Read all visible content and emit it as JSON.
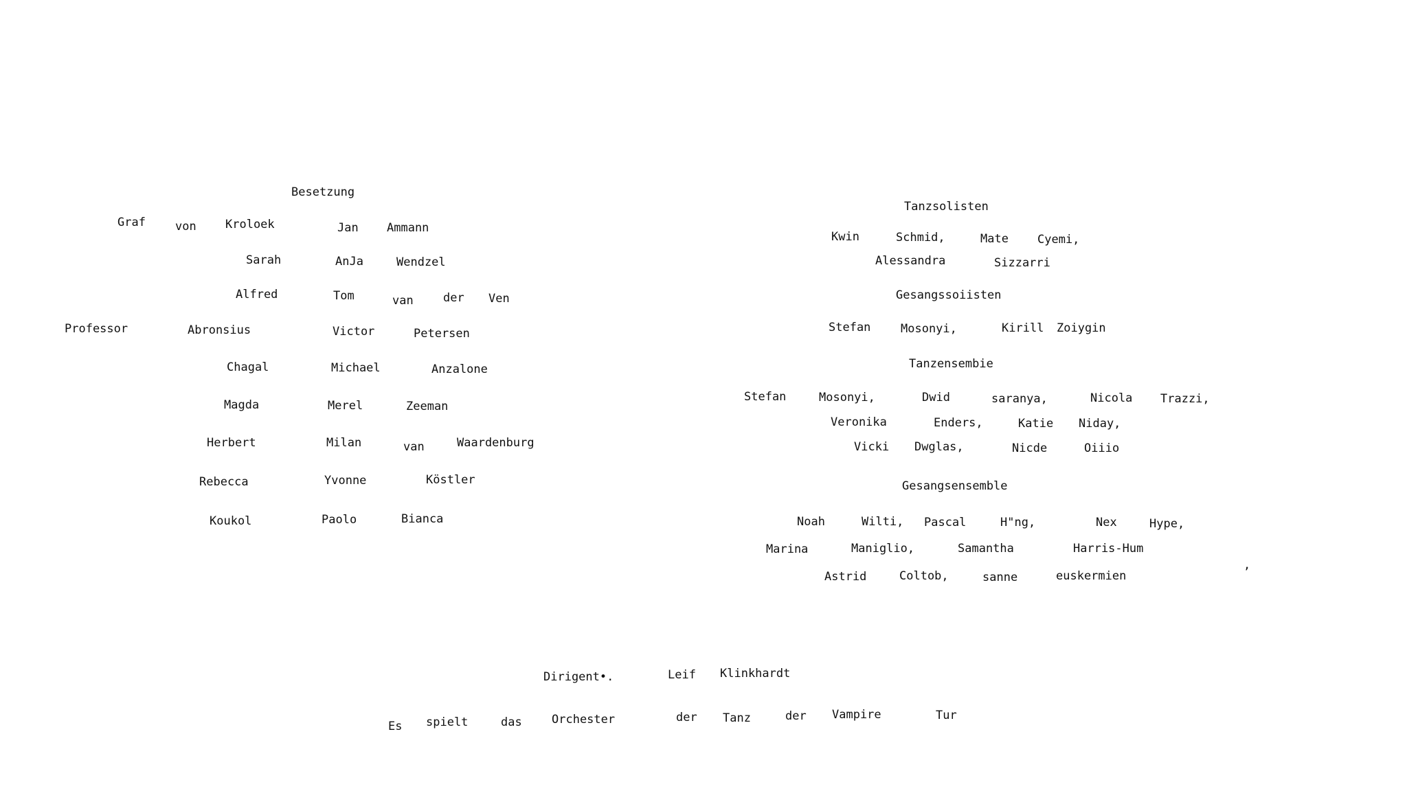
{
  "left": {
    "heading": "Besetzung",
    "lines": [
      [
        "Graf",
        "von",
        "Kroloek",
        "Jan",
        "Ammann"
      ],
      [
        "Sarah",
        "AnJa",
        "Wendzel"
      ],
      [
        "Alfred",
        "Tom",
        "van",
        "der",
        "Ven"
      ],
      [
        "Professor",
        "Abronsius",
        "Victor",
        "Petersen"
      ],
      [
        "Chagal",
        "Michael",
        "Anzalone"
      ],
      [
        "Magda",
        "Merel",
        "Zeeman"
      ],
      [
        "Herbert",
        "Milan",
        "van",
        "Waardenburg"
      ],
      [
        "Rebecca",
        "Yvonne",
        "Köstler"
      ],
      [
        "Koukol",
        "Paolo",
        "Bianca"
      ]
    ]
  },
  "right": {
    "sections": [
      {
        "heading": "Tanzsolisten",
        "lines": [
          [
            "Kwin",
            "Schmid,",
            "Mate",
            "Cyemi,"
          ],
          [
            "Alessandra",
            "Sizzarri"
          ]
        ]
      },
      {
        "heading": "Gesangssoiisten",
        "lines": [
          [
            "Stefan",
            "Mosonyi,",
            "Kirill",
            "Zoiygin"
          ]
        ]
      },
      {
        "heading": "Tanzensembie",
        "lines": [
          [
            "Stefan",
            "Mosonyi,",
            "Dwid",
            "saranya,",
            "Nicola",
            "Trazzi,"
          ],
          [
            "Veronika",
            "Enders,",
            "Katie",
            "Niday,"
          ],
          [
            "Vicki",
            "Dwglas,",
            "Nicde",
            "Oiiio"
          ]
        ]
      },
      {
        "heading": "Gesangsensemble",
        "lines": [
          [
            "Noah",
            "Wilti,",
            "Pascal",
            "H\"ng,",
            "Nex",
            "Hype,"
          ],
          [
            "Marina",
            "Maniglio,",
            "Samantha",
            "Harris-Hum"
          ],
          [
            "Astrid",
            "Coltob,",
            "sanne",
            "euskermien"
          ]
        ]
      }
    ],
    "stray_mark": ","
  },
  "footer": {
    "lines": [
      [
        "Dirigent•.",
        "Leif",
        "Klinkhardt"
      ],
      [
        "Es",
        "spielt",
        "das",
        "Orchester",
        "der",
        "Tanz",
        "der",
        "Vampire",
        "Tur"
      ]
    ]
  }
}
